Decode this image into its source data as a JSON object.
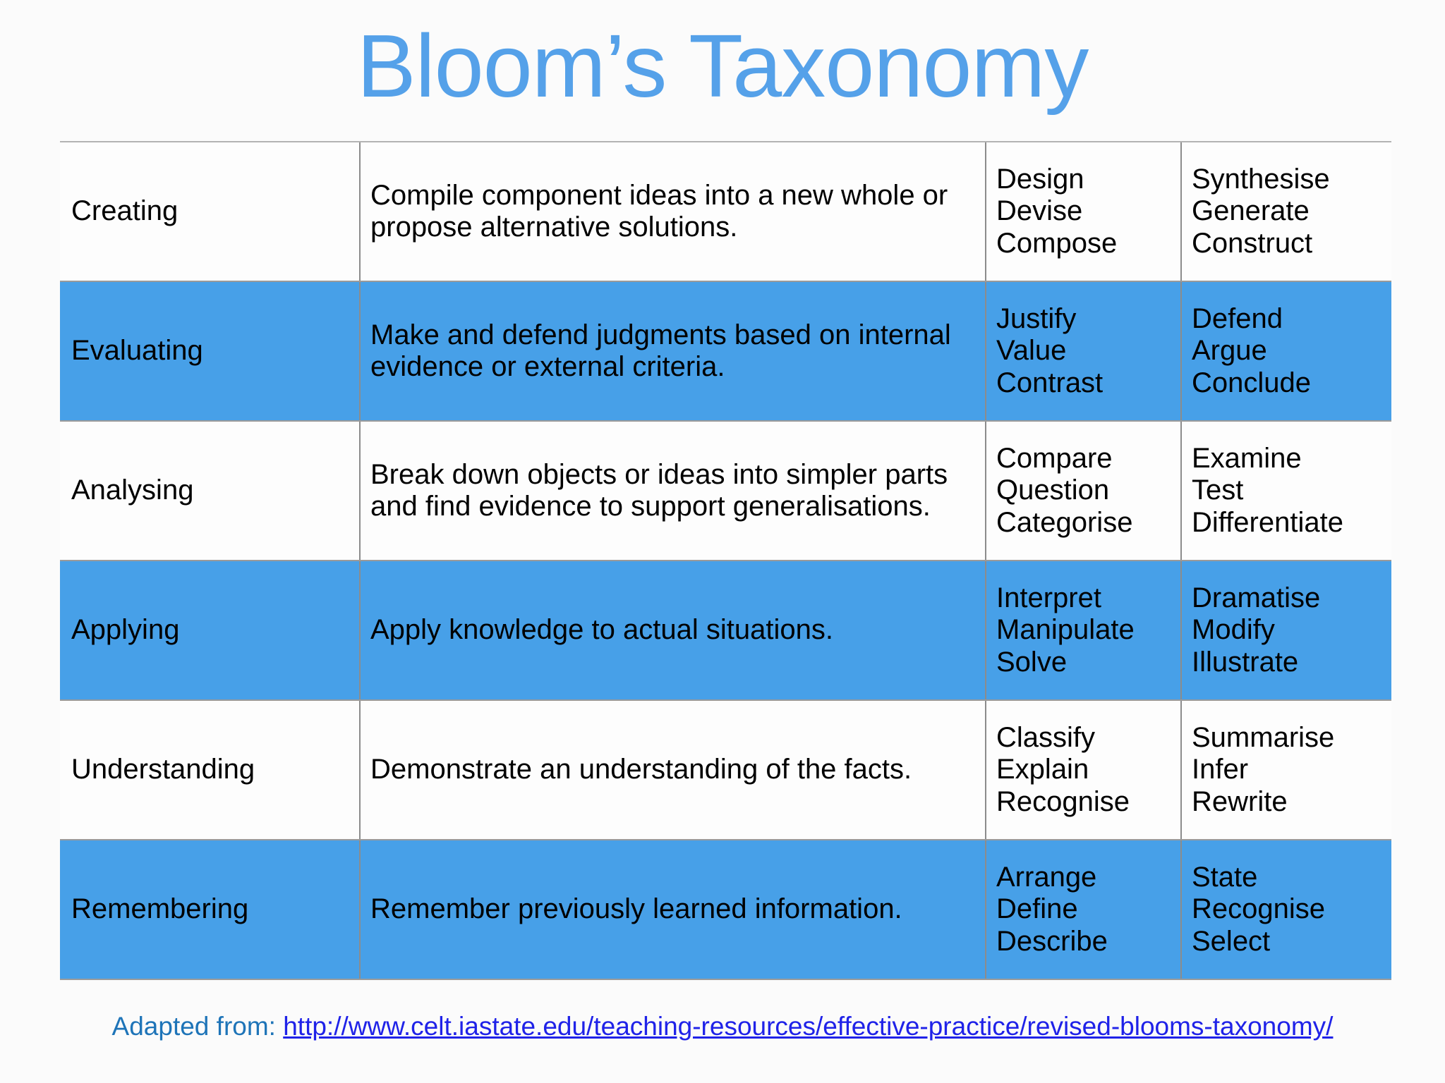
{
  "title": "Bloom’s Taxonomy",
  "colors": {
    "title_blue": "#55a1e9",
    "row_highlight_blue": "#47a0e8",
    "footer_prefix_blue": "#1e74b8",
    "footer_link_blue": "#1f22e8",
    "cell_text": "#000000",
    "border_gray": "#9a9a9a"
  },
  "table": {
    "rows": [
      {
        "level": "Creating",
        "description": "Compile component ideas into a new whole or propose alternative solutions.",
        "verbs_a": [
          "Design",
          "Devise",
          "Compose"
        ],
        "verbs_b": [
          "Synthesise",
          "Generate",
          "Construct"
        ],
        "highlighted": false
      },
      {
        "level": "Evaluating",
        "description": "Make and defend judgments based on internal evidence or external criteria.",
        "verbs_a": [
          "Justify",
          "Value",
          "Contrast"
        ],
        "verbs_b": [
          "Defend",
          "Argue",
          "Conclude"
        ],
        "highlighted": true
      },
      {
        "level": "Analysing",
        "description": "Break down objects or ideas into simpler parts and find evidence to support generalisations.",
        "verbs_a": [
          "Compare",
          "Question",
          "Categorise"
        ],
        "verbs_b": [
          "Examine",
          "Test",
          "Differentiate"
        ],
        "highlighted": false
      },
      {
        "level": "Applying",
        "description": "Apply knowledge to actual situations.",
        "verbs_a": [
          "Interpret",
          "Manipulate",
          "Solve"
        ],
        "verbs_b": [
          "Dramatise",
          "Modify",
          "Illustrate"
        ],
        "highlighted": true
      },
      {
        "level": "Understanding",
        "description": "Demonstrate an understanding of the facts.",
        "verbs_a": [
          "Classify",
          "Explain",
          "Recognise"
        ],
        "verbs_b": [
          "Summarise",
          "Infer",
          "Rewrite"
        ],
        "highlighted": false
      },
      {
        "level": "Remembering",
        "description": "Remember previously learned information.",
        "verbs_a": [
          "Arrange",
          "Define",
          "Describe"
        ],
        "verbs_b": [
          "State",
          "Recognise",
          "Select"
        ],
        "highlighted": true
      }
    ]
  },
  "footer": {
    "prefix": "Adapted from: ",
    "link": "http://www.celt.iastate.edu/teaching-resources/effective-practice/revised-blooms-taxonomy/"
  }
}
